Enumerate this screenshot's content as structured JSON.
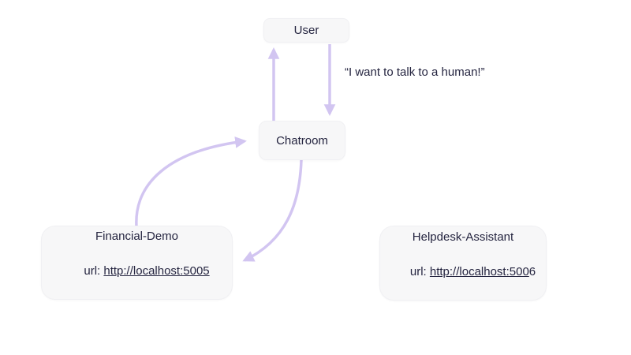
{
  "colors": {
    "background": "#ffffff",
    "arrow": "#d2c5f1",
    "node_background": "#f7f7f8",
    "node_border": "#f0f0f3",
    "text": "#252540"
  },
  "nodes": {
    "user": {
      "label": "User"
    },
    "chatroom": {
      "label": "Chatroom"
    },
    "financial_demo": {
      "title": "Financial-Demo",
      "url_label": "url: ",
      "url_link": "http://localhost:5005",
      "url_suffix": ""
    },
    "helpdesk_assistant": {
      "title": "Helpdesk-Assistant",
      "url_label": "url: ",
      "url_link": "http://localhost:500",
      "url_suffix": "6"
    }
  },
  "annotation": {
    "text": "“I want to talk to a human!”"
  },
  "edges": [
    {
      "from": "chatroom",
      "to": "user",
      "style": "straight-up"
    },
    {
      "from": "user",
      "to": "chatroom",
      "style": "straight-down"
    },
    {
      "from": "financial_demo",
      "to": "chatroom",
      "style": "curved"
    },
    {
      "from": "chatroom",
      "to": "financial_demo",
      "style": "curved"
    }
  ]
}
